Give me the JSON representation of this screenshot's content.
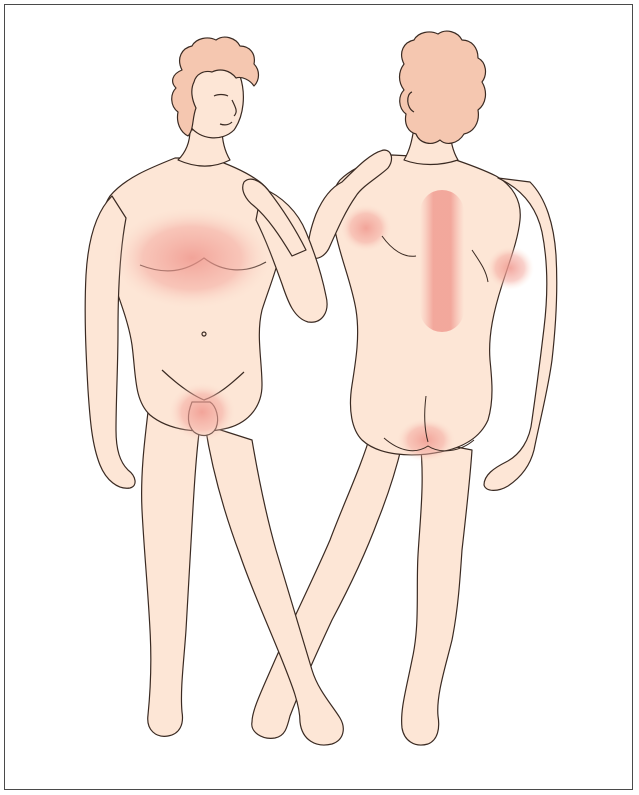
{
  "figure": {
    "colors": {
      "skin": "#fde6d6",
      "outline": "#3a2a22",
      "hair": "#f5c7b0",
      "hair_shadow": "#efa894",
      "rash": "#f3a8a0",
      "border": "#4a4a4a"
    },
    "figures": [
      {
        "view": "front"
      },
      {
        "view": "back"
      }
    ],
    "rash_regions": [
      {
        "region": "chest",
        "figure": "front"
      },
      {
        "region": "groin",
        "figure": "front"
      },
      {
        "region": "left-shoulder",
        "figure": "back"
      },
      {
        "region": "spine",
        "figure": "back"
      },
      {
        "region": "right-shoulder",
        "figure": "back"
      },
      {
        "region": "buttocks",
        "figure": "back"
      }
    ]
  }
}
